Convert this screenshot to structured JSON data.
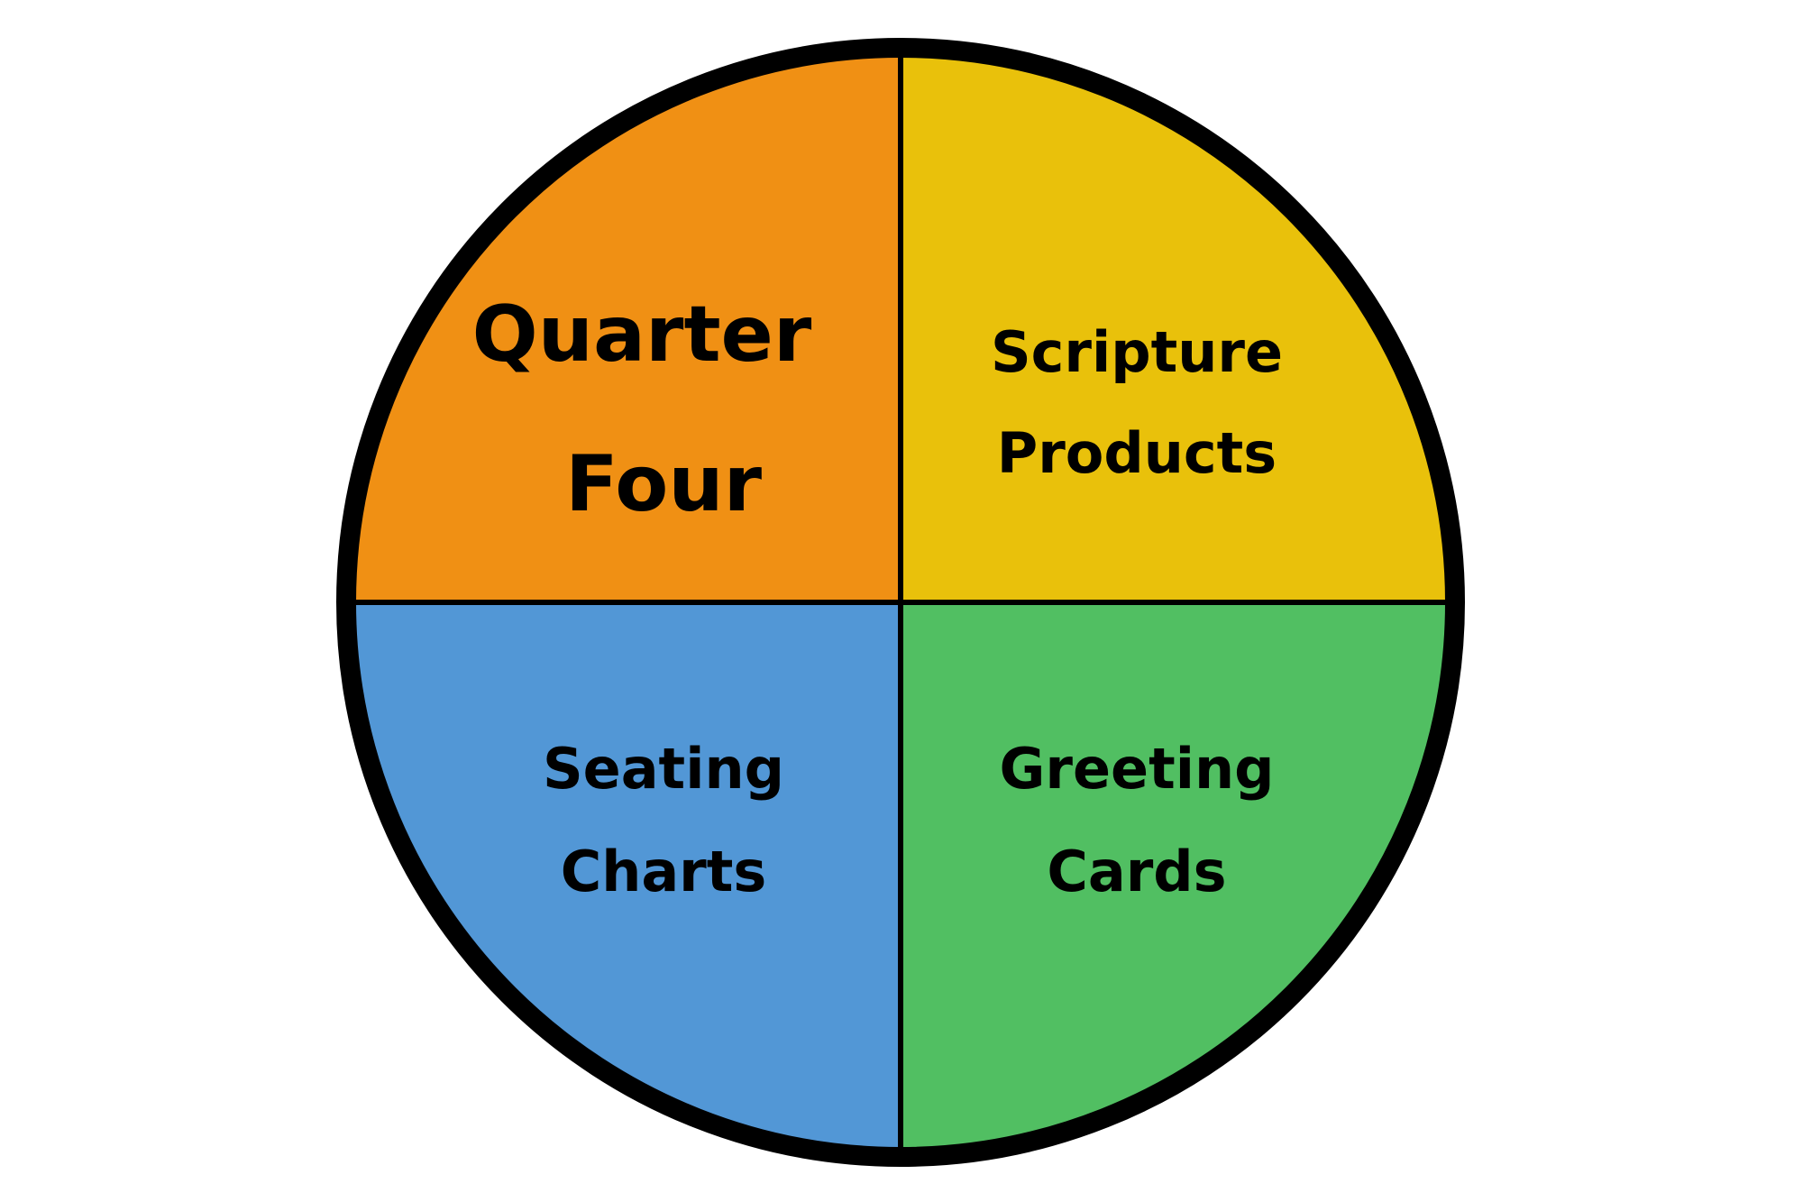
{
  "diagram": {
    "type": "quadrant-circle",
    "quadrants": [
      {
        "id": "top-left",
        "lines": [
          "Quarter",
          "Four"
        ],
        "color": "#F09014"
      },
      {
        "id": "top-right",
        "lines": [
          "Scripture",
          "Products"
        ],
        "color": "#E9C10B"
      },
      {
        "id": "bottom-left",
        "lines": [
          "Seating",
          "Charts"
        ],
        "color": "#5297D6"
      },
      {
        "id": "bottom-right",
        "lines": [
          "Greeting",
          "Cards"
        ],
        "color": "#51BF62"
      }
    ],
    "outline_color": "#000000"
  }
}
